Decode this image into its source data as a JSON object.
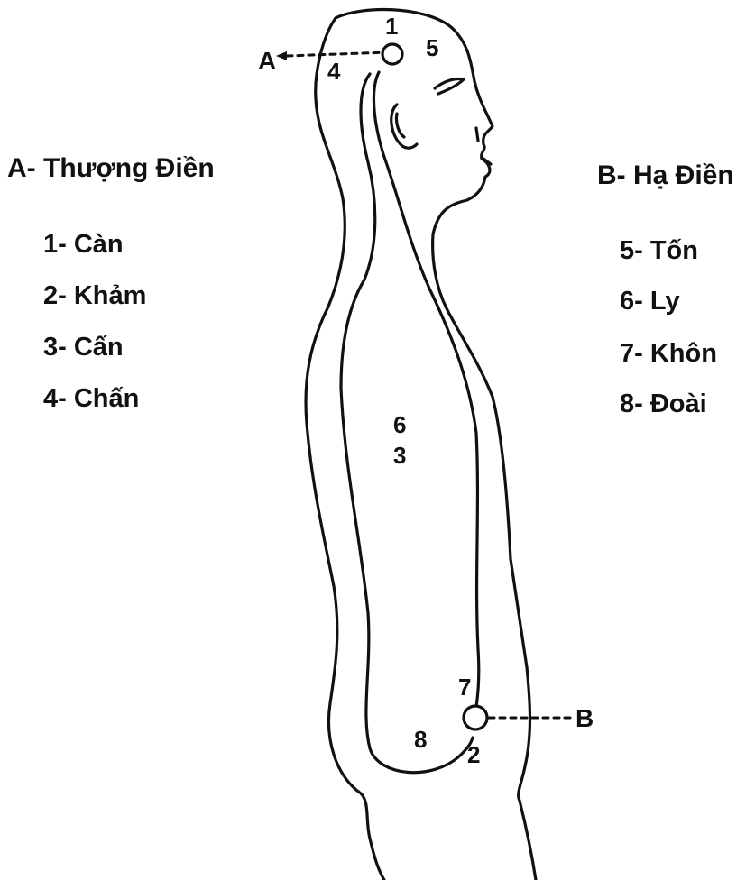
{
  "left_legend": {
    "title": "A- Thượng Điền",
    "items": [
      "1- Càn",
      "2- Khảm",
      "3- Cấn",
      "4- Chấn"
    ]
  },
  "right_legend": {
    "title": "B- Hạ Điền",
    "items": [
      "5- Tốn",
      "6- Ly",
      "7- Khôn",
      "8- Đoài"
    ]
  },
  "figure": {
    "point_a_label": "A",
    "point_b_label": "B",
    "numbers": {
      "n1": "1",
      "n2": "2",
      "n3": "3",
      "n4": "4",
      "n5": "5",
      "n6": "6",
      "n7": "7",
      "n8": "8"
    }
  },
  "colors": {
    "ink": "#111111",
    "background": "#ffffff"
  }
}
